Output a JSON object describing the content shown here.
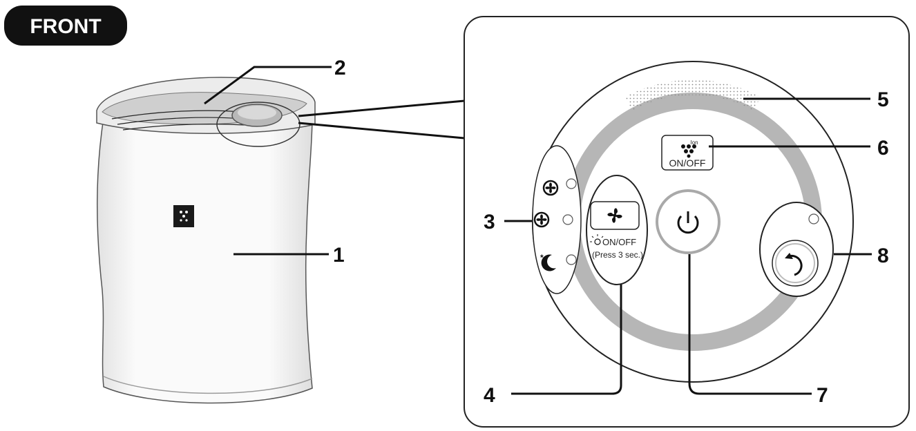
{
  "header": {
    "title": "FRONT"
  },
  "callouts": [
    "1",
    "2",
    "3",
    "4",
    "5",
    "6",
    "7",
    "8"
  ],
  "panel": {
    "ion_button": {
      "top_label": "Ion",
      "bottom_label": "ON/OFF"
    },
    "fan_button": {
      "line1": "ON/OFF",
      "line2": "(Press 3 sec.)"
    }
  }
}
